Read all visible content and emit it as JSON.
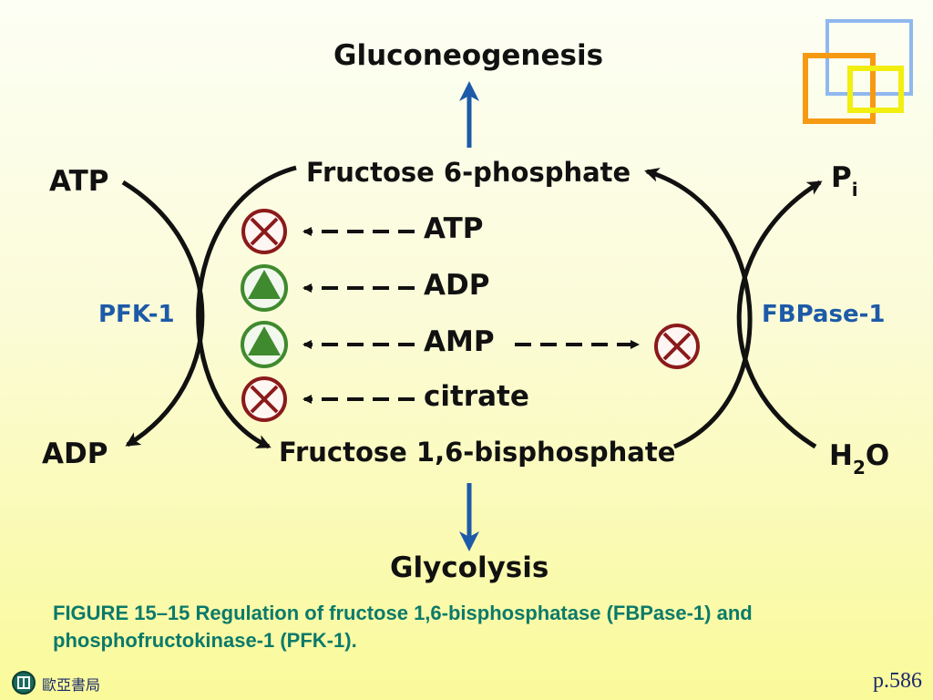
{
  "diagram": {
    "top_product": "Gluconeogenesis",
    "bottom_product": "Glycolysis",
    "upper_metabolite": "Fructose 6-phosphate",
    "lower_metabolite": "Fructose 1,6-bisphosphate",
    "left_enzyme": "PFK-1",
    "right_enzyme": "FBPase-1",
    "left_input": "ATP",
    "left_output": "ADP",
    "right_output_P": "P",
    "right_output_P_sub": "i",
    "right_input_H": "H",
    "right_input_sub": "2",
    "right_input_O": "O",
    "regulators": [
      {
        "name": "ATP",
        "effect_on_pfk": "inhibit"
      },
      {
        "name": "ADP",
        "effect_on_pfk": "activate"
      },
      {
        "name": "AMP",
        "effect_on_pfk": "activate",
        "effect_on_fbpase": "inhibit"
      },
      {
        "name": "citrate",
        "effect_on_pfk": "inhibit"
      }
    ],
    "colors": {
      "arrow_blue": "#1d5aa8",
      "enzyme_blue": "#1d5aa8",
      "inhibit_red": "#8b1a1a",
      "activate_green": "#3f8a2e"
    }
  },
  "caption": "FIGURE 15–15 Regulation of fructose 1,6-bisphosphatase (FBPase-1) and phosphofructokinase-1 (PFK-1).",
  "footer": {
    "publisher": "歐亞書局",
    "page": "p.586"
  }
}
